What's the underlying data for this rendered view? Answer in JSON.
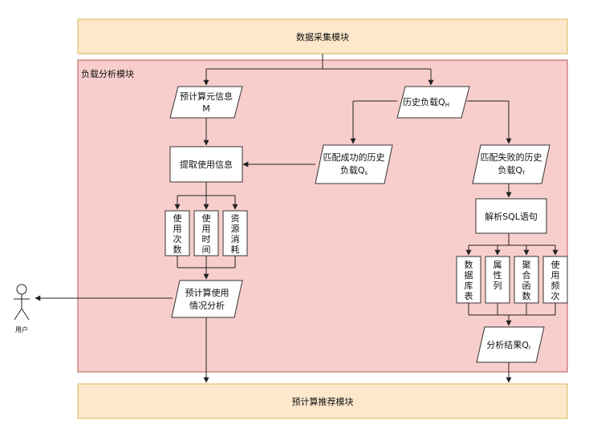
{
  "modules": {
    "collect": "数据采集模块",
    "analysis": "负载分析模块",
    "recommend": "预计算推荐模块"
  },
  "nodes": {
    "meta_line1": "预计算元信息",
    "meta_line2": "M",
    "history": "历史负载Q",
    "history_sub": "H",
    "matched_line1": "匹配成功的历史",
    "matched_line2": "负载Q",
    "matched_sub": "s",
    "failed_line1": "匹配失败的历史",
    "failed_line2": "负载Q",
    "failed_sub": "f",
    "extract": "提取使用信息",
    "parse": "解析SQL语句",
    "usage_line1": "预计算使用",
    "usage_line2": "情况分析",
    "result": "分析结果Q",
    "result_sub": "r"
  },
  "attributes": {
    "left": [
      "使用次数",
      "使用时间",
      "资源消耗"
    ],
    "right": [
      "数据库表",
      "属性列",
      "聚合函数",
      "使用频次"
    ]
  },
  "actor": {
    "label": "用户"
  },
  "colors": {
    "module_fill": "#fde8cc",
    "module_stroke": "#d6b656",
    "analysis_fill": "#f8cecc",
    "analysis_stroke": "#b85450",
    "node_stroke": "#333333"
  }
}
